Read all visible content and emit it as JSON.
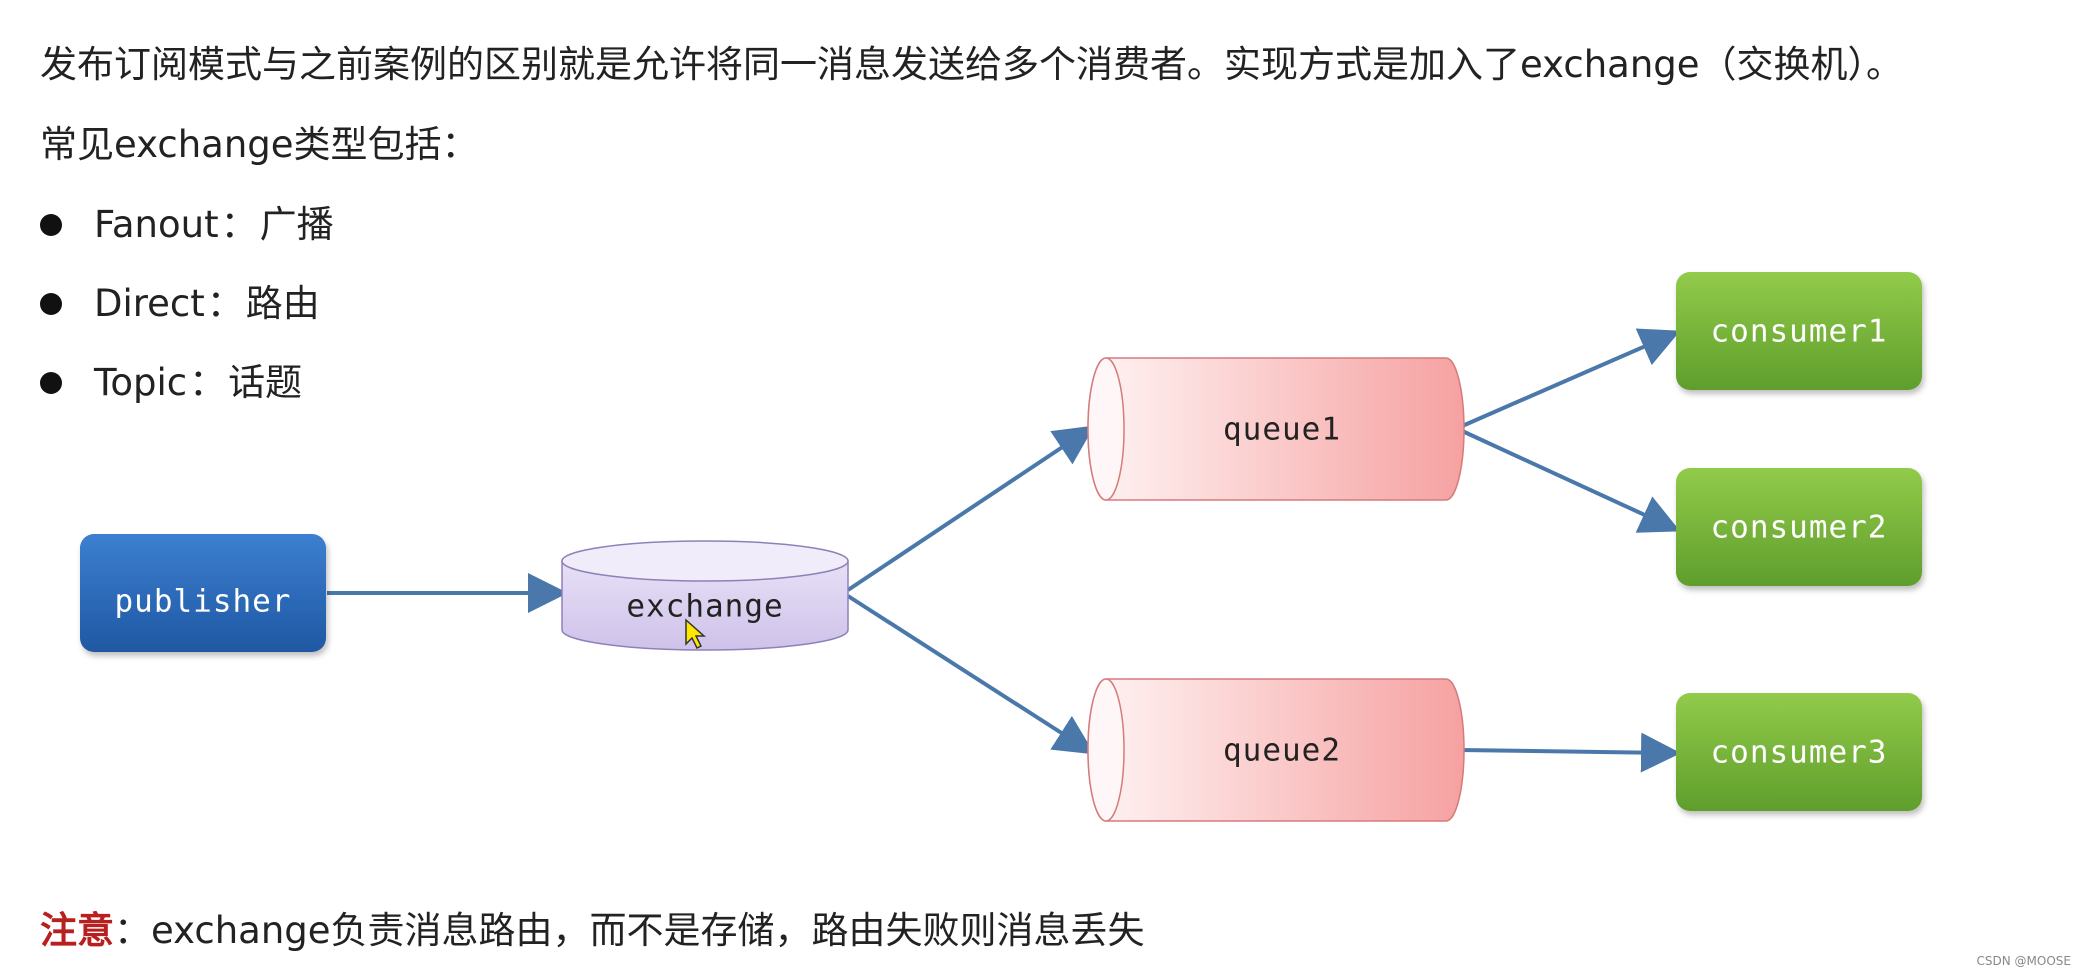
{
  "intro": {
    "line1": "发布订阅模式与之前案例的区别就是允许将同一消息发送给多个消费者。实现方式是加入了exchange（交换机）。",
    "line2": "常见exchange类型包括："
  },
  "exchange_types": [
    {
      "name": "Fanout",
      "sep": "：",
      "desc": "广播"
    },
    {
      "name": "Direct",
      "sep": "：",
      "desc": "路由"
    },
    {
      "name": "Topic",
      "sep": "：",
      "desc": "话题"
    }
  ],
  "diagram": {
    "publisher": "publisher",
    "exchange": "exchange",
    "queues": [
      "queue1",
      "queue2"
    ],
    "consumers": [
      "consumer1",
      "consumer2",
      "consumer3"
    ],
    "colors": {
      "publisher": "#2e6cb8",
      "exchange": "#d9d0ef",
      "queue": "#f8b7b7",
      "consumer": "#7cb342",
      "arrow": "#4a78aa"
    }
  },
  "note": {
    "label": "注意",
    "sep": "：",
    "text": "exchange负责消息路由，而不是存储，路由失败则消息丢失"
  },
  "watermark": "CSDN @MOOSE"
}
